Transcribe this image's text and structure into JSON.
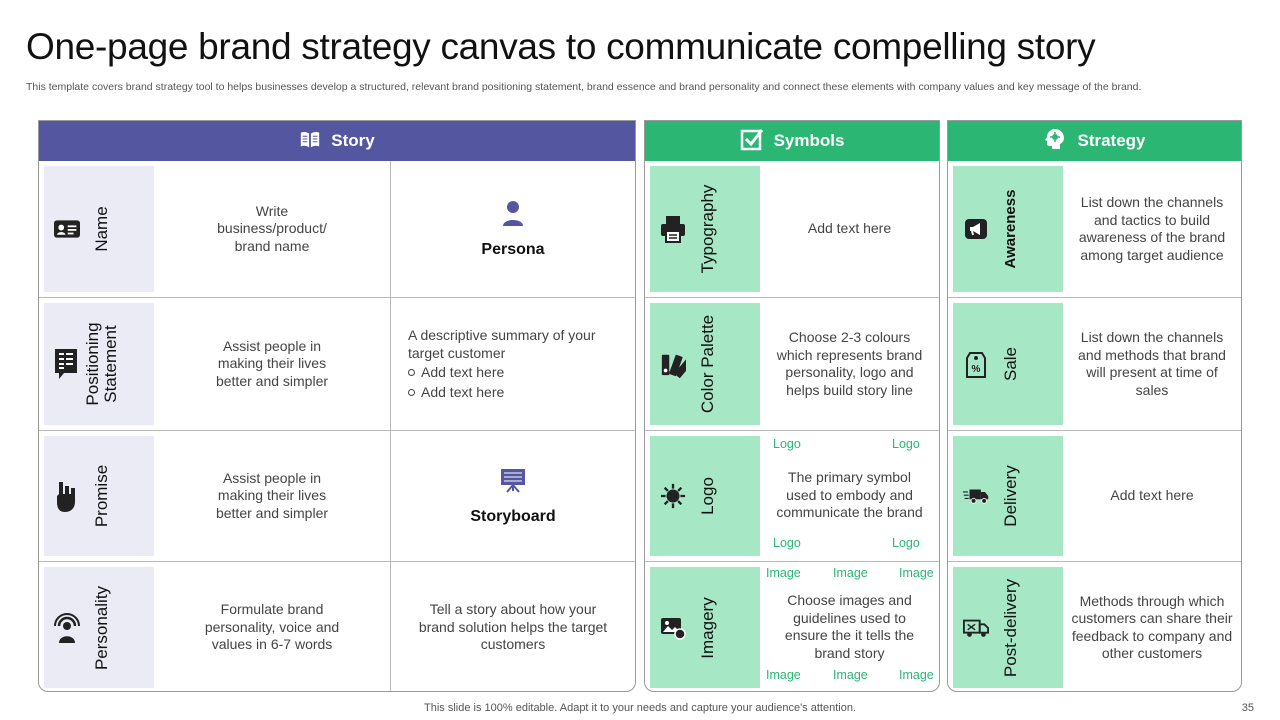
{
  "title": "One-page brand strategy canvas to communicate compelling story",
  "subtitle": "This template covers brand strategy tool to helps businesses develop a structured, relevant brand positioning statement, brand essence and brand personality and connect these elements with company values and key message of the brand.",
  "story": {
    "header": "Story",
    "header_icon": "book-icon",
    "rows": [
      {
        "label": "Name",
        "icon": "id-card-icon",
        "text": "Write business/product/ brand name"
      },
      {
        "label": "Positioning Statement",
        "icon": "document-icon",
        "text": "Assist people in making their lives better and simpler"
      },
      {
        "label": "Promise",
        "icon": "hand-icon",
        "text": "Assist people in making their lives better and simpler"
      },
      {
        "label": "Personality",
        "icon": "person-signal-icon",
        "text": "Formulate brand personality, voice and values in 6-7 words"
      }
    ],
    "persona": {
      "label": "Persona",
      "icon": "user-icon"
    },
    "descriptive": {
      "text": "A descriptive summary of your target customer",
      "bullets": [
        "Add text here",
        "Add text here"
      ]
    },
    "storyboard": {
      "label": "Storyboard",
      "icon": "presentation-board-icon"
    },
    "story_text": "Tell a story about how your brand solution helps the target customers"
  },
  "symbols": {
    "header": "Symbols",
    "header_icon": "checkbox-icon",
    "rows": [
      {
        "label": "Typography",
        "icon": "printer-icon",
        "text": "Add text here"
      },
      {
        "label": "Color Palette",
        "icon": "swatch-icon",
        "text": "Choose 2-3 colours which represents brand personality, logo and helps build story line"
      },
      {
        "label": "Logo",
        "icon": "sun-burst-icon",
        "text": "The primary symbol used to embody and communicate the brand",
        "tags": [
          "Logo",
          "Logo",
          "Logo",
          "Logo"
        ]
      },
      {
        "label": "Imagery",
        "icon": "image-icon",
        "text": "Choose images and guidelines used to ensure the it tells the brand story",
        "tags": [
          "Image",
          "Image",
          "Image",
          "Image",
          "Image",
          "Image"
        ]
      }
    ]
  },
  "strategy": {
    "header": "Strategy",
    "header_icon": "brain-gear-icon",
    "rows": [
      {
        "label": "Awareness",
        "icon": "megaphone-icon",
        "text": "List down the channels and tactics to build awareness of the brand among target audience"
      },
      {
        "label": "Sale",
        "icon": "price-tag-icon",
        "text": "List down the channels and methods that brand will present at time of sales"
      },
      {
        "label": "Delivery",
        "icon": "truck-icon",
        "text": "Add text here"
      },
      {
        "label": "Post-delivery",
        "icon": "delivery-van-icon",
        "text": "Methods through which customers can share their feedback to company and other customers"
      }
    ]
  },
  "footer": "This slide is 100% editable. Adapt it to your needs and capture your audience's attention.",
  "page_number": "35",
  "colors": {
    "story": "#5457a0",
    "symbols": "#2bb673",
    "strategy": "#2bb673",
    "story_label_bg": "#ebebf6",
    "green_label_bg": "#a6e8c6"
  }
}
